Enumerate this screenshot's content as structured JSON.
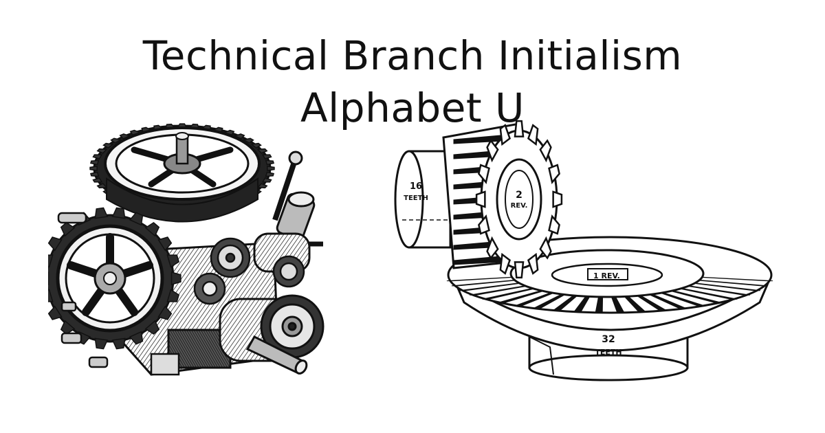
{
  "header": {
    "title_line1": "Technical Branch Initialism",
    "title_line2": "Alphabet U"
  },
  "illustrations": {
    "left": {
      "icon": "gearbox-machinery-icon"
    },
    "right": {
      "icon": "bevel-gear-pair-icon",
      "pinion_teeth_value": "16",
      "pinion_teeth_word": "TEETH",
      "pinion_rev_value": "2",
      "pinion_rev_word": "REV.",
      "gear_rev_label": "1 REV.",
      "gear_teeth_value": "32",
      "gear_teeth_word": "TEETH"
    }
  },
  "colors": {
    "ink": "#111111",
    "background": "#ffffff",
    "shade": "#6b6b6b"
  }
}
